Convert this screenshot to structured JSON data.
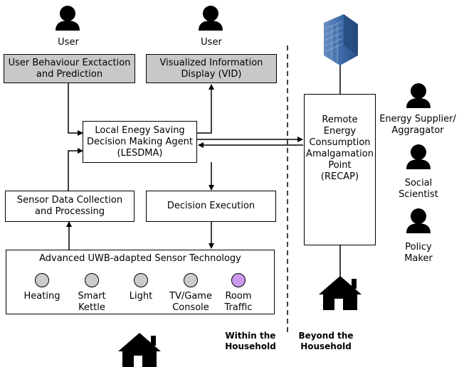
{
  "actors": {
    "user1": "User",
    "user2": "User",
    "energy_supplier": "Energy Supplier/\nAggragator",
    "social_scientist": "Social\nScientist",
    "policy_maker": "Policy\nMaker"
  },
  "boxes": {
    "user_behaviour": "User Behaviour Exctaction\nand Prediction",
    "vid": "Visualized Information\nDisplay (VID)",
    "lesdma": "Local Enegy Saving\nDecision Making Agent\n(LESDMA)",
    "sensor_data": "Sensor Data Collection\nand Processing",
    "decision_execution": "Decision Execution",
    "recap": "Remote\nEnergy\nConsumption\nAmalgamation\nPoint\n(RECAP)"
  },
  "sensor_tech": {
    "title": "Advanced UWB-adapted Sensor Technology",
    "items": [
      {
        "label": "Heating",
        "color": "#cccccc"
      },
      {
        "label": "Smart\nKettle",
        "color": "#cccccc"
      },
      {
        "label": "Light",
        "color": "#cccccc"
      },
      {
        "label": "TV/Game\nConsole",
        "color": "#cccccc"
      },
      {
        "label": "Room\nTraffic",
        "color": "#cc99ee"
      }
    ]
  },
  "zones": {
    "within": "Within the\nHousehold",
    "beyond": "Beyond the\nHousehold"
  }
}
